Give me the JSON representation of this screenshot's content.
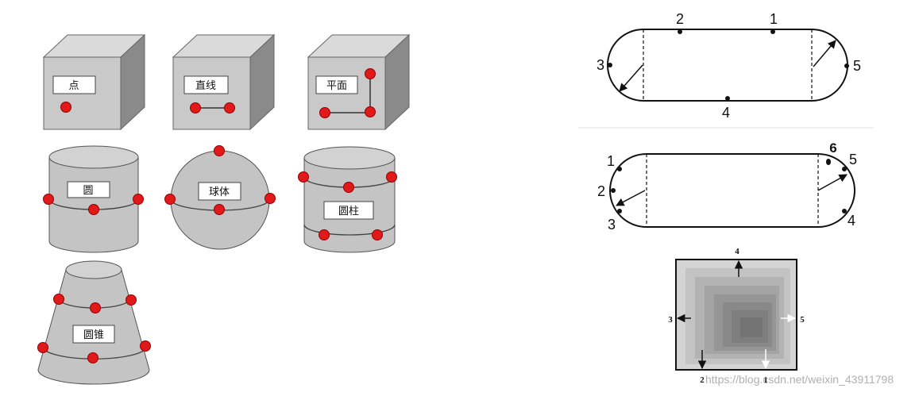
{
  "colors": {
    "point": "#e0191b",
    "face_front": "#c9c9c9",
    "face_top": "#dadada",
    "face_side": "#8a8a8a"
  },
  "shapes": {
    "point": "点",
    "line": "直线",
    "plane": "平面",
    "circle": "圆",
    "sphere": "球体",
    "cylinder": "圆柱",
    "cone": "圆锥"
  },
  "stadium_top": {
    "labels": [
      "1",
      "2",
      "3",
      "4",
      "5"
    ]
  },
  "stadium_bottom": {
    "labels": [
      "1",
      "2",
      "3",
      "4",
      "5",
      "6"
    ]
  },
  "gradient_square": {
    "labels": [
      "1",
      "2",
      "3",
      "4",
      "5"
    ]
  },
  "watermark": "https://blog.csdn.net/weixin_43911798"
}
